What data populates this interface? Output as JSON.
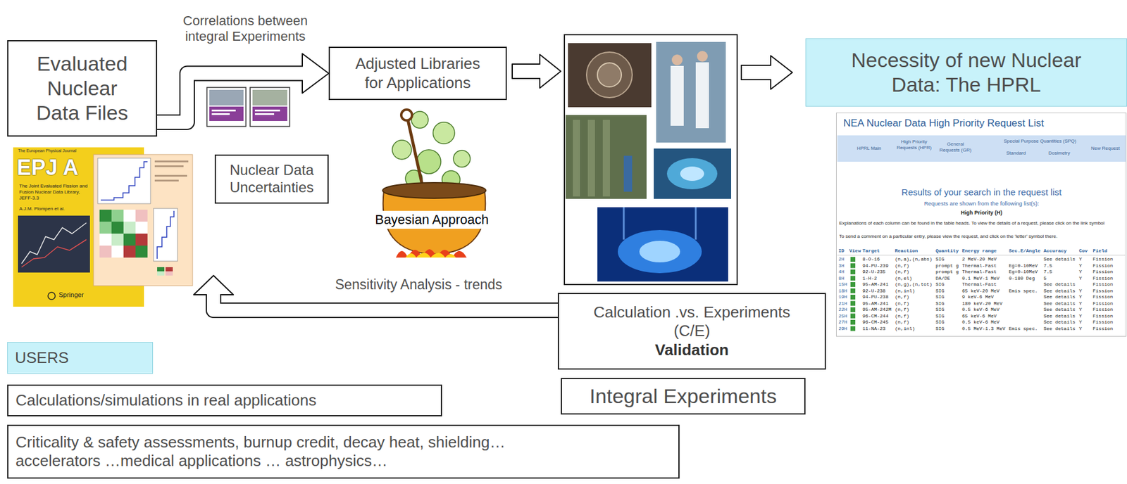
{
  "diagram": {
    "nodes": [
      {
        "text": [
          "Evaluated Nuclear Data Files"
        ]
      },
      {
        "text": [
          "Adjusted Libraries for Applications"
        ]
      },
      {
        "text": [
          "Necessity of new Nuclear Data: The HPRL"
        ]
      },
      {
        "text": [
          "Nuclear Data Uncertainties"
        ]
      },
      {
        "text": [
          "Calculation .vs. Experiments (C/E)",
          "Validation"
        ]
      },
      {
        "text": [
          "Integral Experiments"
        ]
      },
      {
        "text": [
          "USERS"
        ]
      },
      {
        "text": [
          "Calculations/simulations in real applications"
        ]
      },
      {
        "text": [
          "Criticality & safety assessments, burnup credit, decay heat, shielding… accelerators …medical applications … astrophysics…"
        ]
      }
    ],
    "edges": [
      {
        "from": 0,
        "to": 1,
        "arrow": "to",
        "label": "Correlations between integral Experiments"
      }
    ],
    "labels": [
      "Sensitivity Analysis - trends",
      "Bayesian Approach",
      "The European Physical Journal",
      "EPJ A",
      "The Joint Evaluated Fission and Fusion Nuclear Data Library, JEFF-3.3",
      "A.J.M. Plompen et al.",
      "Springer",
      "NEA Nuclear Data High Priority Request List",
      "HPRL Main",
      "High Priority Requests (HPR)",
      "General Requests (GR)",
      "Special Purpose Quantities (SPQ)",
      "Standard",
      "Dosimetry",
      "New Request",
      "Results of your search in the request list",
      "Requests are shown from the following list(s):",
      "High Priority (H)",
      "Explanations of each column can be found in the table heads. To view the details of a request, please click on the link symbol",
      "To send a comment on a particular entry, please view the request, and click on the 'letter' symbol there.",
      "ID",
      "View",
      "Target",
      "Reaction",
      "Quantity",
      "Energy range",
      "Sec.E/Angle",
      "Accuracy",
      "Cov",
      "Field",
      "2H",
      "8-O-16",
      "(n,a),(n,abs)",
      "SIG",
      "2 MeV-20 MeV",
      "See details",
      "Y",
      "Fission",
      "3H",
      "94-PU-239",
      "(n,f)",
      "prompt g",
      "Thermal-Fast",
      "Eg=0-10MeV",
      "7.5",
      "Y",
      "Fission",
      "4H",
      "92-U-235",
      "(n,f)",
      "prompt g",
      "Thermal-Fast",
      "Eg=0-10MeV",
      "7.5",
      "Y",
      "Fission",
      "8H",
      "1-H-2",
      "(n,el)",
      "DA/DE",
      "0.1 MeV-1 MeV",
      "0-180 Deg",
      "5",
      "Y",
      "Fission",
      "15H",
      "95-AM-241",
      "(n,g),(n,tot)",
      "SIG",
      "Thermal-Fast",
      "See details",
      "Fission",
      "18H",
      "92-U-238",
      "(n,inl)",
      "SIG",
      "65 keV-20 MeV",
      "Emis spec.",
      "See details",
      "Y",
      "Fission",
      "19H",
      "94-PU-238",
      "(n,f)",
      "SIG",
      "9 keV-6 MeV",
      "See details",
      "Y",
      "Fission",
      "21H",
      "95-AM-241",
      "(n,f)",
      "SIG",
      "180 keV-20 MeV",
      "See details",
      "Y",
      "Fission",
      "22H",
      "95-AM-242M",
      "(n,f)",
      "SIG",
      "0.5 keV-6 MeV",
      "See details",
      "Y",
      "Fission",
      "25H",
      "96-CM-244",
      "(n,f)",
      "SIG",
      "65 keV-6 MeV",
      "See details",
      "Y",
      "Fission",
      "27H",
      "96-CM-245",
      "(n,f)",
      "SIG",
      "0.5 keV-6 MeV",
      "See details",
      "Y",
      "Fission",
      "29H",
      "11-NA-23",
      "(n,inl)",
      "SIG",
      "0.5 MeV-1.3 MeV",
      "Emis spec.",
      "See details",
      "Y",
      "Fission"
    ]
  }
}
